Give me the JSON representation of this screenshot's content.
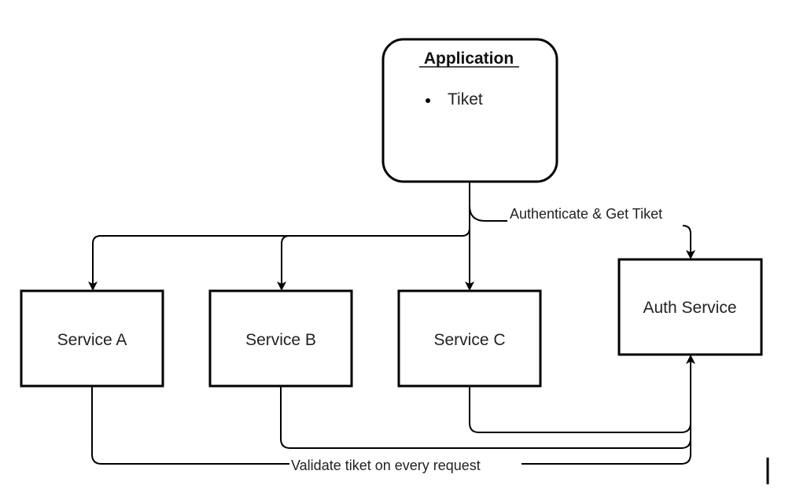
{
  "application": {
    "title": "Application",
    "bullet": "Tiket"
  },
  "services": {
    "a": "Service A",
    "b": "Service B",
    "c": "Service C",
    "auth": "Auth Service"
  },
  "edges": {
    "authenticate": "Authenticate & Get Tiket",
    "validate": "Validate tiket on every request"
  },
  "colors": {
    "stroke": "#000000",
    "text": "#222222",
    "background": "#ffffff"
  }
}
